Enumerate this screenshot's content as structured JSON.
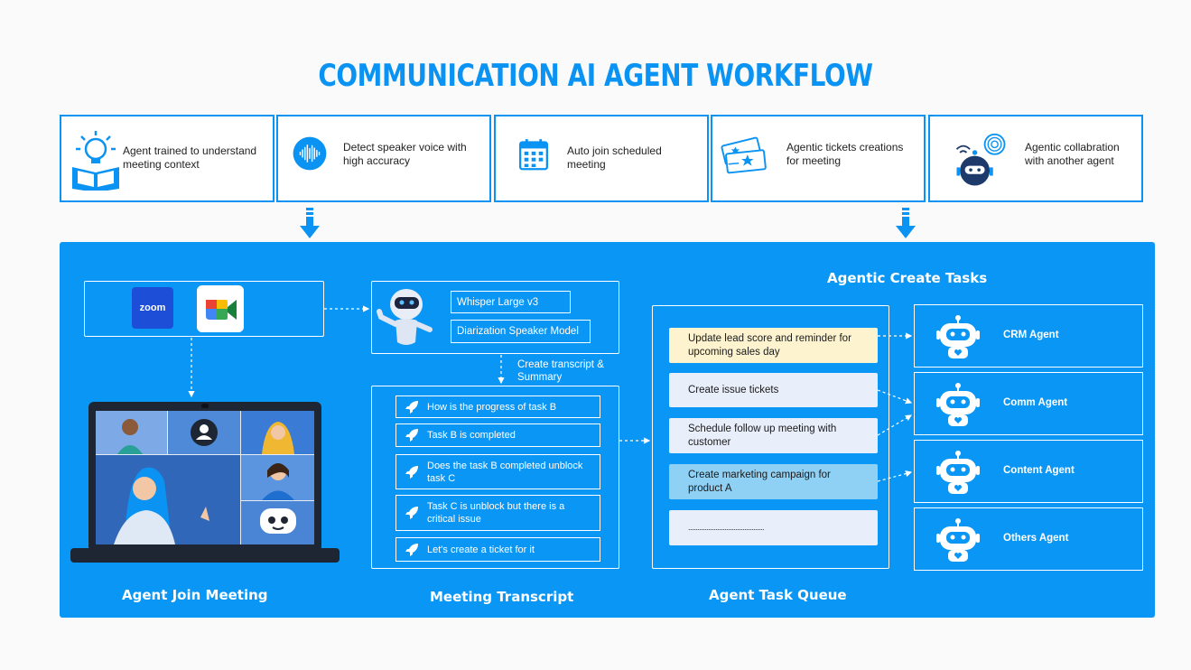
{
  "title": "COMMUNICATION AI AGENT WORKFLOW",
  "features": [
    {
      "icon": "lightbulb-book-icon",
      "text": "Agent trained to understand meeting context"
    },
    {
      "icon": "voice-waveform-icon",
      "text": "Detect speaker voice with high accuracy"
    },
    {
      "icon": "calendar-icon",
      "text": "Auto join scheduled meeting"
    },
    {
      "icon": "tickets-icon",
      "text": "Agentic tickets creations for meeting"
    },
    {
      "icon": "robot-fingerprint-icon",
      "text": "Agentic collabration with another agent"
    }
  ],
  "meeting": {
    "apps": [
      "zoom",
      "google-meet"
    ],
    "zoom_label": "zoom",
    "section_label": "Agent Join Meeting"
  },
  "models": [
    "Whisper Large v3",
    "Diarization Speaker Model"
  ],
  "transcript_step": "Create transcript & Summary",
  "transcript": {
    "section_label": "Meeting Transcript",
    "items": [
      "How is the progress of task B",
      "Task B is completed",
      "Does the task B completed unblock task C",
      "Task C is unblock but there is a critical issue",
      "Let's create a ticket for it"
    ]
  },
  "queue": {
    "section_label": "Agent Task Queue",
    "tasks": [
      {
        "text": "Update lead score and reminder for upcoming sales day",
        "color": "#fdf3cf"
      },
      {
        "text": "Create issue tickets",
        "color": "#e9eefb"
      },
      {
        "text": "Schedule follow up meeting with customer",
        "color": "#e9eefb"
      },
      {
        "text": "Create marketing campaign for product A",
        "color": "#8fd0f5"
      },
      {
        "text": "..........................................",
        "color": "#e9eefb"
      }
    ]
  },
  "agents": {
    "section_label": "Agentic Create Tasks",
    "items": [
      "CRM Agent",
      "Comm Agent",
      "Content Agent",
      "Others Agent"
    ]
  },
  "colors": {
    "accent": "#0a93f2",
    "panel": "#0a96f5"
  }
}
